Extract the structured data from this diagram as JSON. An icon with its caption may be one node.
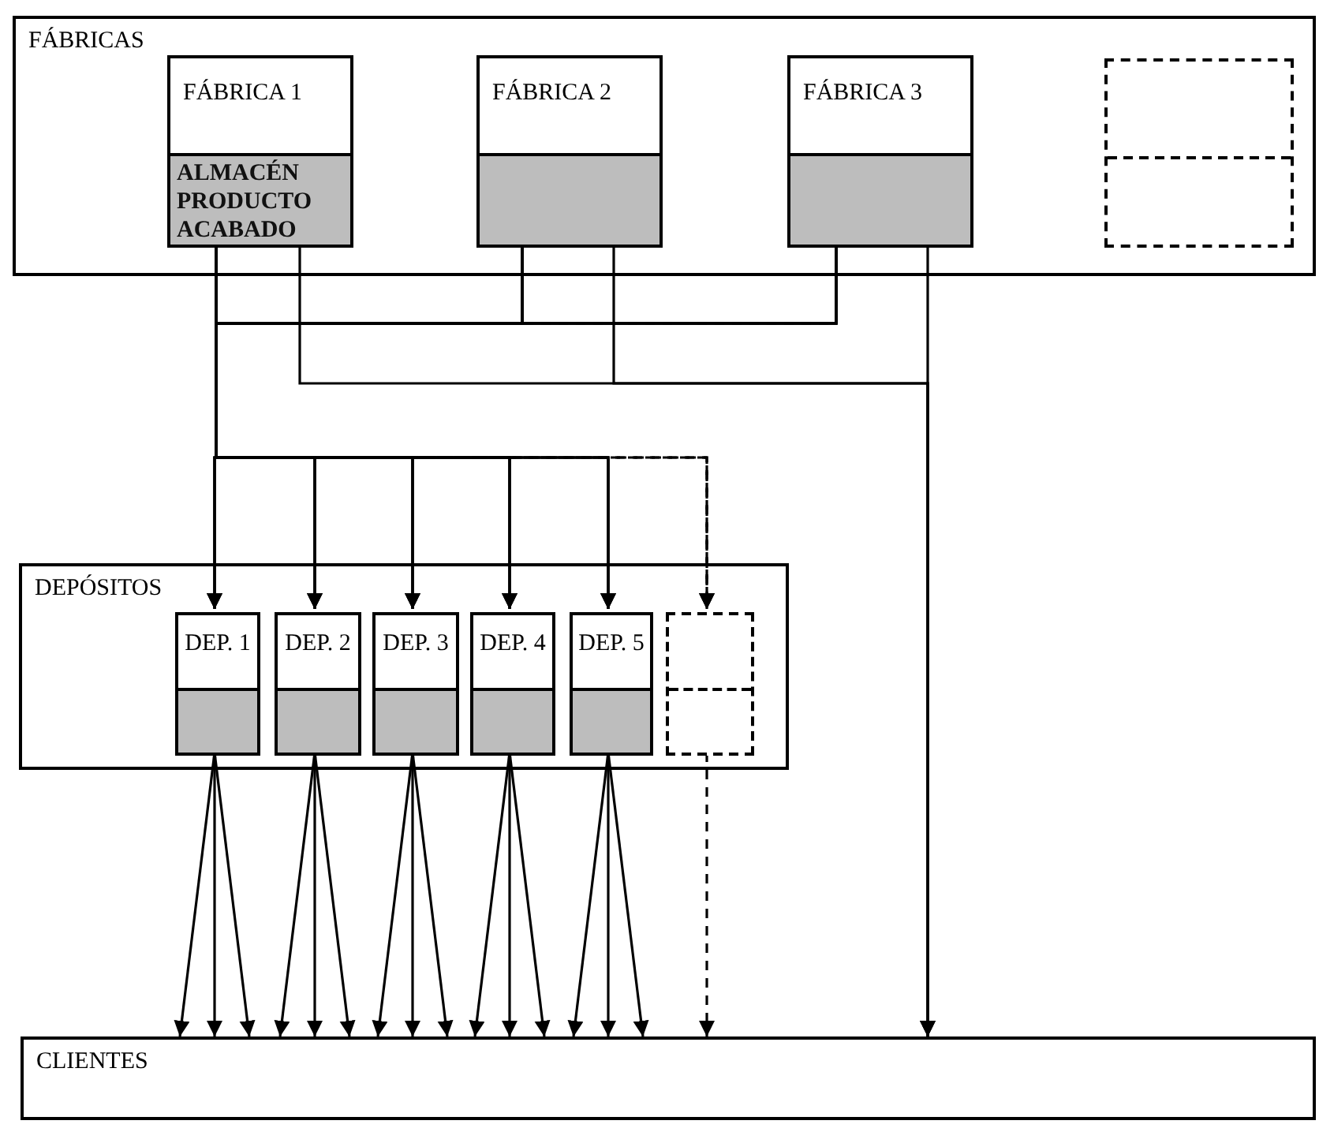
{
  "diagram": {
    "nodes": [
      {
        "text": [
          "FÁBRICAS"
        ]
      },
      {
        "text": [
          "FÁBRICA 1",
          "ALMACÉN PRODUCTO ACABADO"
        ],
        "in": 0
      },
      {
        "text": [
          "FÁBRICA 2"
        ],
        "in": 0
      },
      {
        "text": [
          "FÁBRICA 3"
        ],
        "in": 0
      },
      {
        "text": [],
        "shape": "box",
        "in": 0
      },
      {
        "text": [
          "DEPÓSITOS"
        ]
      },
      {
        "text": [
          "DEP. 1"
        ],
        "in": 5
      },
      {
        "text": [
          "DEP. 2"
        ],
        "in": 5
      },
      {
        "text": [
          "DEP. 3"
        ],
        "in": 5
      },
      {
        "text": [
          "DEP. 4"
        ],
        "in": 5
      },
      {
        "text": [
          "DEP. 5"
        ],
        "in": 5
      },
      {
        "text": [],
        "shape": "box",
        "in": 5
      },
      {
        "text": [
          "CLIENTES"
        ]
      }
    ],
    "edges": [
      {
        "from": 1,
        "to": 6,
        "arrow": "to"
      },
      {
        "from": 1,
        "to": 7,
        "arrow": "to"
      },
      {
        "from": 1,
        "to": 8,
        "arrow": "to"
      },
      {
        "from": 1,
        "to": 9,
        "arrow": "to"
      },
      {
        "from": 1,
        "to": 10,
        "arrow": "to"
      },
      {
        "from": 1,
        "to": 11,
        "arrow": "to",
        "style": "dashed"
      },
      {
        "from": 2,
        "to": 6,
        "arrow": "to"
      },
      {
        "from": 2,
        "to": 7,
        "arrow": "to"
      },
      {
        "from": 2,
        "to": 8,
        "arrow": "to"
      },
      {
        "from": 2,
        "to": 9,
        "arrow": "to"
      },
      {
        "from": 2,
        "to": 10,
        "arrow": "to"
      },
      {
        "from": 2,
        "to": 11,
        "arrow": "to",
        "style": "dashed"
      },
      {
        "from": 3,
        "to": 6,
        "arrow": "to"
      },
      {
        "from": 3,
        "to": 7,
        "arrow": "to"
      },
      {
        "from": 3,
        "to": 8,
        "arrow": "to"
      },
      {
        "from": 3,
        "to": 9,
        "arrow": "to"
      },
      {
        "from": 3,
        "to": 10,
        "arrow": "to"
      },
      {
        "from": 3,
        "to": 11,
        "arrow": "to",
        "style": "dashed"
      },
      {
        "from": 1,
        "to": 12,
        "arrow": "to"
      },
      {
        "from": 2,
        "to": 12,
        "arrow": "to"
      },
      {
        "from": 3,
        "to": 12,
        "arrow": "to"
      },
      {
        "from": 6,
        "to": 12,
        "arrow": "to"
      },
      {
        "from": 6,
        "to": 12,
        "arrow": "to"
      },
      {
        "from": 6,
        "to": 12,
        "arrow": "to"
      },
      {
        "from": 7,
        "to": 12,
        "arrow": "to"
      },
      {
        "from": 7,
        "to": 12,
        "arrow": "to"
      },
      {
        "from": 7,
        "to": 12,
        "arrow": "to"
      },
      {
        "from": 8,
        "to": 12,
        "arrow": "to"
      },
      {
        "from": 8,
        "to": 12,
        "arrow": "to"
      },
      {
        "from": 8,
        "to": 12,
        "arrow": "to"
      },
      {
        "from": 9,
        "to": 12,
        "arrow": "to"
      },
      {
        "from": 9,
        "to": 12,
        "arrow": "to"
      },
      {
        "from": 9,
        "to": 12,
        "arrow": "to"
      },
      {
        "from": 10,
        "to": 12,
        "arrow": "to"
      },
      {
        "from": 10,
        "to": 12,
        "arrow": "to"
      },
      {
        "from": 10,
        "to": 12,
        "arrow": "to"
      },
      {
        "from": 11,
        "to": 12,
        "arrow": "to",
        "style": "dashed"
      }
    ]
  }
}
